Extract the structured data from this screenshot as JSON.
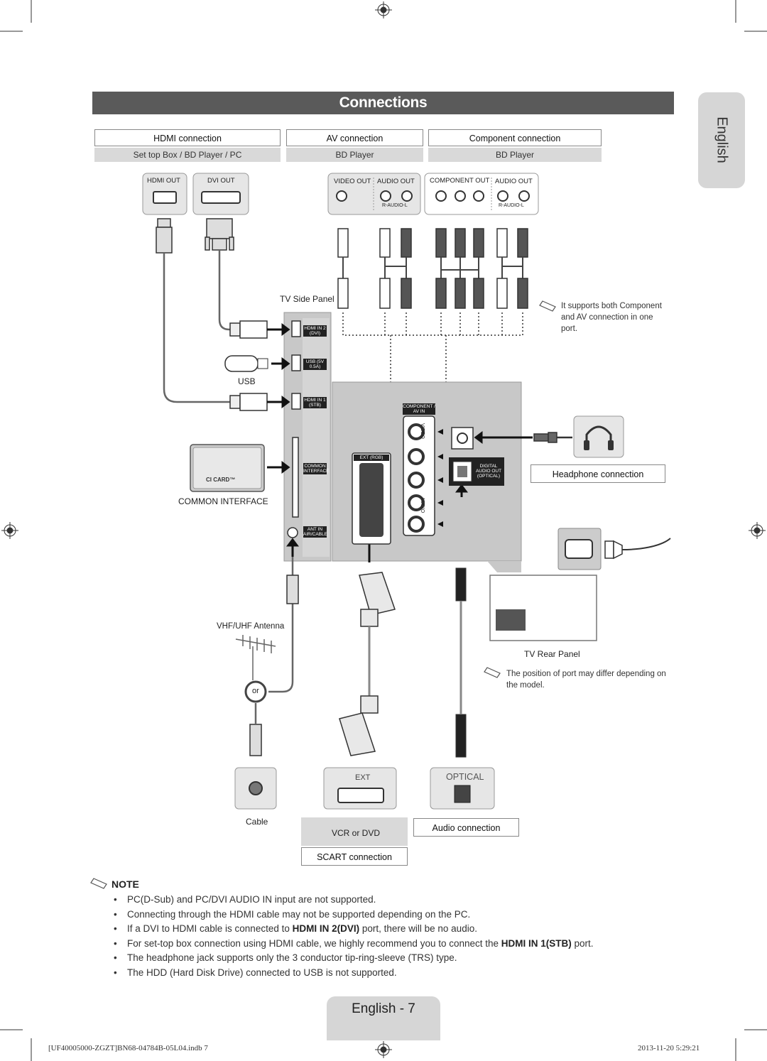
{
  "title": "Connections",
  "language_tab": "English",
  "headers": {
    "hdmi": "HDMI connection",
    "av": "AV connection",
    "component": "Component connection",
    "hdmi_sub": "Set top Box / BD Player / PC",
    "av_sub": "BD Player",
    "component_sub": "BD Player"
  },
  "device_ports": {
    "hdmi_out": "HDMI OUT",
    "dvi_out": "DVI OUT",
    "video_out": "VIDEO OUT",
    "audio_out": "AUDIO OUT",
    "component_out": "COMPONENT OUT",
    "audio_out_2": "AUDIO OUT",
    "r_audio_l": "R-AUDIO-L",
    "r_audio_l_2": "R-AUDIO-L"
  },
  "labels": {
    "tv_side_panel": "TV Side Panel",
    "usb": "USB",
    "common_interface": "COMMON INTERFACE",
    "ci_card": "CI CARD™",
    "vhf_uhf": "VHF/UHF Antenna",
    "or": "or",
    "cable": "Cable",
    "tv_rear_panel": "TV Rear Panel",
    "headphone_connection": "Headphone connection",
    "ext": "EXT",
    "optical": "OPTICAL",
    "vcr_or_dvd": "VCR or DVD",
    "scart_connection": "SCART connection",
    "audio_connection": "Audio connection"
  },
  "panel_ports": {
    "hdmi_in2": "HDMI IN 2 (DVI)",
    "usb": "USB (5V 0.5A)",
    "hdmi_in1": "HDMI IN 1 (STB)",
    "common_interface": "COMMON INTERFACE",
    "ant_in": "ANT IN AIR/CABLE",
    "component_av_in": "COMPONENT / AV IN",
    "ext_rgb": "EXT (RGB)",
    "digital_audio_out": "DIGITAL AUDIO OUT (OPTICAL)",
    "video": "VIDEO",
    "audio": "AUDIO"
  },
  "notes_inline": {
    "component_av": "It supports both Component and AV connection in one port.",
    "port_position": "The position of port may differ depending on the model."
  },
  "notes": {
    "title": "NOTE",
    "items": [
      {
        "text": "PC(D-Sub) and PC/DVI AUDIO IN input are not supported."
      },
      {
        "text": "Connecting through the HDMI cable may not be supported depending on the PC."
      },
      {
        "pre": "If a DVI to HDMI cable is connected to ",
        "bold": "HDMI IN 2(DVI)",
        "post": " port, there will be no audio."
      },
      {
        "pre": "For set-top box connection using HDMI cable, we highly recommend you to connect the ",
        "bold": "HDMI IN 1(STB)",
        "post": " port."
      },
      {
        "text": "The headphone jack supports only the 3 conductor tip-ring-sleeve (TRS) type."
      },
      {
        "text": "The HDD (Hard Disk Drive) connected to USB is not supported."
      }
    ]
  },
  "page_number": "English - 7",
  "footer": {
    "left": "[UF40005000-ZGZT]BN68-04784B-05L04.indb   7",
    "right": "2013-11-20   5:29:21"
  },
  "colors": {
    "title_bar": "#5a5a5a",
    "panel_grey": "#c8c8c8",
    "tab_grey": "#d6d6d6"
  }
}
